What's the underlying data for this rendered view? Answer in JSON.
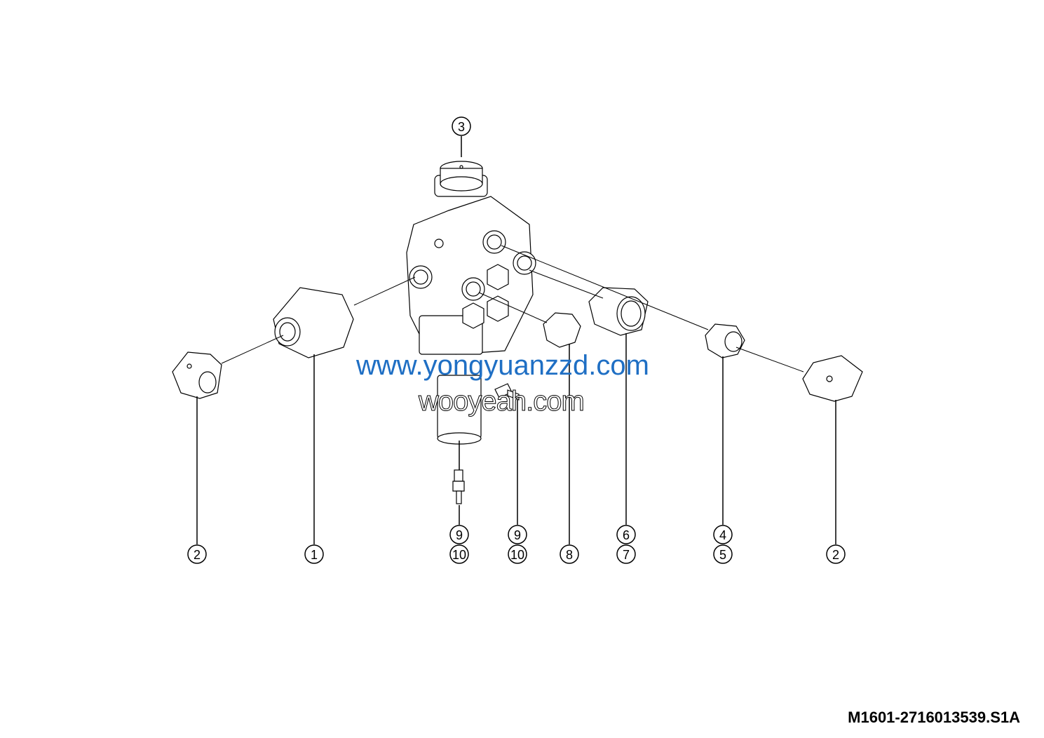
{
  "diagram": {
    "callouts": [
      {
        "label": "3"
      },
      {
        "label": "2"
      },
      {
        "label": "1"
      },
      {
        "label": "9"
      },
      {
        "label": "10"
      },
      {
        "label": "9"
      },
      {
        "label": "10"
      },
      {
        "label": "8"
      },
      {
        "label": "6"
      },
      {
        "label": "7"
      },
      {
        "label": "4"
      },
      {
        "label": "5"
      },
      {
        "label": "2"
      }
    ],
    "drawing_code": "M1601-2716013539.S1A"
  },
  "watermarks": {
    "black": "wooyeah.com",
    "blue": "www.yongyuanzzd.com",
    "blue_color": "#1f6fc4"
  }
}
